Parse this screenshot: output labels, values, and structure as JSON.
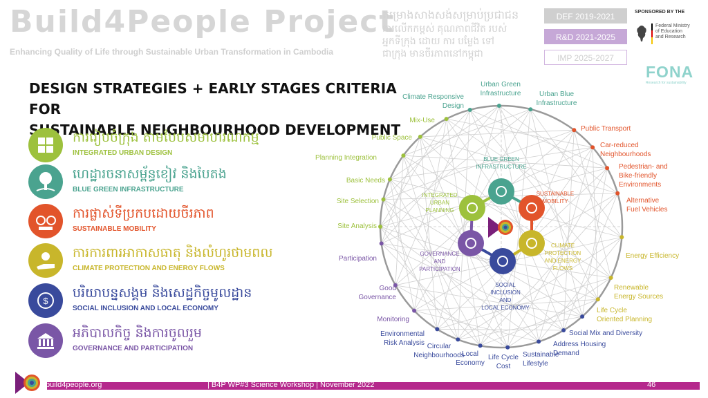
{
  "header": {
    "title": "Build4People Project",
    "subtitle": "Enhancing Quality of Life through Sustainable Urban Transformation in Cambodia",
    "khmer_title": "គម្រោងសាងសង់សម្រាប់ប្រជាជន",
    "khmer_line2": "ការលើកកម្ពស់ គុណភាពជីវិត របស់",
    "khmer_line3": "អ្នកទីក្រុង ដោយ ការ បម្លែង ទៅ",
    "khmer_line4": "ជាក្រុង មានចីរភាពនៅកម្ពុជា",
    "phases": [
      "DEF 2019-2021",
      "R&D 2021-2025",
      "IMP 2025-2027"
    ],
    "sponsor_label": "SPONSORED BY THE",
    "sponsor_lines": [
      "Federal Ministry",
      "of Education",
      "and Research"
    ],
    "fona": "FONA",
    "fona_sub": "Research for sustainability"
  },
  "title_lines": [
    "DESIGN STRATEGIES + EARLY STAGES CRITERIA FOR",
    "SUSTAINABLE NEIGHBOURHOOD DEVELOPMENT"
  ],
  "legend": [
    {
      "khmer": "ការរៀបចំក្រុង តាមបែបសមាហរណកម្ម",
      "english": "INTEGRATED URBAN DESIGN",
      "color": "#9dc13d",
      "icon": "grid-icon"
    },
    {
      "khmer": "ហេដ្ឋារចនាសម្ព័ន្ធខៀវ និងបៃតង",
      "english": "BLUE GREEN INFRASTRUCTURE",
      "color": "#4aa38f",
      "icon": "tree-icon"
    },
    {
      "khmer": "ការផ្លាស់ទីប្រកបដោយចីរភាព",
      "english": "SUSTAINABLE MOBILITY",
      "color": "#e2542b",
      "icon": "mobility-icon"
    },
    {
      "khmer": "ការការពារអាកាសធាតុ និងលំហូរថាមពល",
      "english": "CLIMATE PROTECTION AND ENERGY FLOWS",
      "color": "#c8b62b",
      "icon": "sun-hand-icon"
    },
    {
      "khmer": "បរិយាបន្នសង្គម និងសេដ្ឋកិច្ចមូលដ្ឋាន",
      "english": "SOCIAL INCLUSION AND LOCAL ECONOMY",
      "color": "#394a9c",
      "icon": "coin-icon"
    },
    {
      "khmer": "អភិបាលកិច្ច និងការចូលរួម",
      "english": "GOVERNANCE AND PARTICIPATION",
      "color": "#7a56a6",
      "icon": "building-icon"
    }
  ],
  "diagram": {
    "inner_labels": [
      {
        "lines": [
          "BLUE GREEN",
          "INFRASTRUCTURE"
        ],
        "color": "#4aa38f"
      },
      {
        "lines": [
          "SUSTAINABLE",
          "MOBILITY"
        ],
        "color": "#e2542b"
      },
      {
        "lines": [
          "CLIMATE",
          "PROTECTION",
          "AND ENERGY",
          "FLOWS"
        ],
        "color": "#c8b62b"
      },
      {
        "lines": [
          "SOCIAL",
          "INCLUSION",
          "AND",
          "LOCAL ECONOMY"
        ],
        "color": "#394a9c"
      },
      {
        "lines": [
          "GOVERNANCE",
          "AND",
          "PARTICIPATION"
        ],
        "color": "#7a56a6"
      },
      {
        "lines": [
          "INTEGRATED",
          "URBAN",
          "PLANNING"
        ],
        "color": "#9dc13d"
      }
    ],
    "criteria": [
      {
        "lines": [
          "Urban Green",
          "Infrastructure"
        ],
        "color": "#4aa38f"
      },
      {
        "lines": [
          "Urban Blue",
          "Infrastructure"
        ],
        "color": "#4aa38f"
      },
      {
        "lines": [
          "Public Transport"
        ],
        "color": "#e2542b"
      },
      {
        "lines": [
          "Car-reduced",
          "Neighbourhoods"
        ],
        "color": "#e2542b"
      },
      {
        "lines": [
          "Pedestrian- and",
          "Bike-friendly",
          "Environments"
        ],
        "color": "#e2542b"
      },
      {
        "lines": [
          "Alternative",
          "Fuel Vehicles"
        ],
        "color": "#e2542b"
      },
      {
        "lines": [
          "Energy Efficiency"
        ],
        "color": "#c8b62b"
      },
      {
        "lines": [
          "Renewable",
          "Energy Sources"
        ],
        "color": "#c8b62b"
      },
      {
        "lines": [
          "Life Cycle",
          "Oriented Planning"
        ],
        "color": "#c8b62b"
      },
      {
        "lines": [
          "Social Mix and Diversity"
        ],
        "color": "#394a9c"
      },
      {
        "lines": [
          "Address Housing",
          "Demand"
        ],
        "color": "#394a9c"
      },
      {
        "lines": [
          "Sustainable",
          "Lifestyle"
        ],
        "color": "#394a9c"
      },
      {
        "lines": [
          "Life Cycle",
          "Cost"
        ],
        "color": "#394a9c"
      },
      {
        "lines": [
          "Local",
          "Economy"
        ],
        "color": "#394a9c"
      },
      {
        "lines": [
          "Circular",
          "Neighbourhoods"
        ],
        "color": "#394a9c"
      },
      {
        "lines": [
          "Environmental",
          "Risk Analysis"
        ],
        "color": "#394a9c"
      },
      {
        "lines": [
          "Monitoring"
        ],
        "color": "#7a56a6"
      },
      {
        "lines": [
          "Good",
          "Governance"
        ],
        "color": "#7a56a6"
      },
      {
        "lines": [
          "Participation"
        ],
        "color": "#7a56a6"
      },
      {
        "lines": [
          "Site Analysis"
        ],
        "color": "#9dc13d"
      },
      {
        "lines": [
          "Site Selection"
        ],
        "color": "#9dc13d"
      },
      {
        "lines": [
          "Basic Needs"
        ],
        "color": "#9dc13d"
      },
      {
        "lines": [
          "Planning Integration"
        ],
        "color": "#9dc13d"
      },
      {
        "lines": [
          "Public Space"
        ],
        "color": "#9dc13d"
      },
      {
        "lines": [
          "Mix-Use"
        ],
        "color": "#9dc13d"
      },
      {
        "lines": [
          "Climate Responsive",
          "Design"
        ],
        "color": "#4aa38f"
      }
    ]
  },
  "footer": {
    "site": "build4people.org",
    "event": "| B4P  WP#3 Science Workshop | November 2022",
    "page": "46"
  }
}
